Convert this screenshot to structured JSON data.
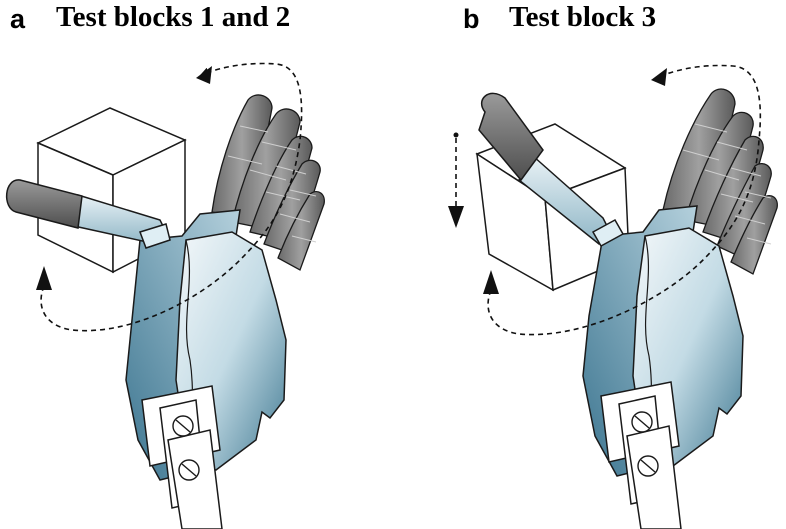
{
  "panels": [
    {
      "letter": "a",
      "title": "Test blocks 1 and 2"
    },
    {
      "letter": "b",
      "title": "Test block 3"
    }
  ],
  "colors": {
    "finger_gray": "#8a8a8a",
    "finger_dark": "#5c5c5c",
    "palm_blue_light": "#e6f0f4",
    "palm_blue_mid": "#a9c9d6",
    "palm_blue_dark": "#3f7891",
    "outline": "#1a1a1a"
  },
  "icons": {
    "screw": "screw-icon",
    "rotation_arrow": "rotation-arrow-icon",
    "pressing_arrow": "press-down-arrow-icon"
  }
}
